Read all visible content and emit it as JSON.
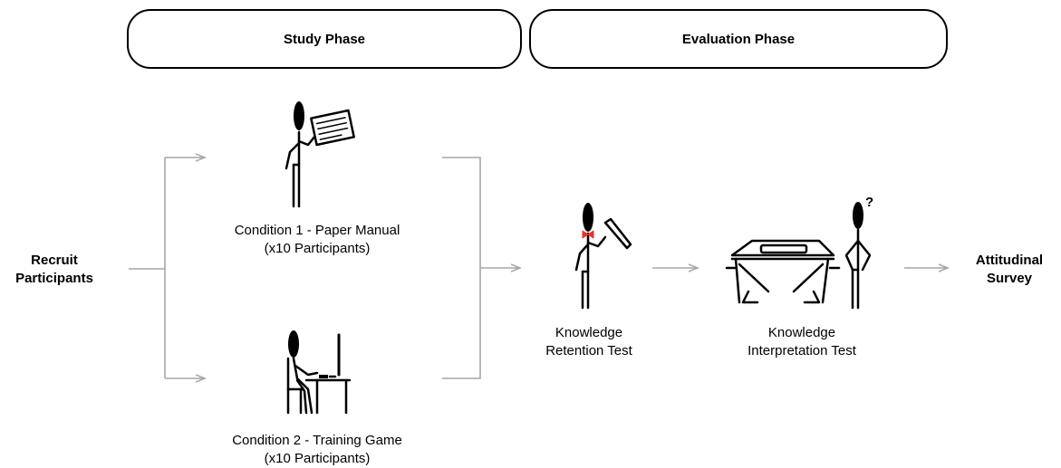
{
  "phases": {
    "study": "Study Phase",
    "evaluation": "Evaluation Phase"
  },
  "recruit": {
    "line1": "Recruit",
    "line2": "Participants"
  },
  "condition1": {
    "line1": "Condition 1 - Paper Manual",
    "line2": "(x10 Participants)"
  },
  "condition2": {
    "line1": "Condition 2 - Training Game",
    "line2": "(x10 Participants)"
  },
  "retention": {
    "line1": "Knowledge",
    "line2": "Retention Test"
  },
  "interpretation": {
    "line1": "Knowledge",
    "line2": "Interpretation Test"
  },
  "survey": {
    "line1": "Attitudinal",
    "line2": "Survey"
  },
  "question_mark": "?",
  "colors": {
    "arrow": "#a6a6a6",
    "figure": "#000000",
    "bowtie": "#e8322a"
  }
}
